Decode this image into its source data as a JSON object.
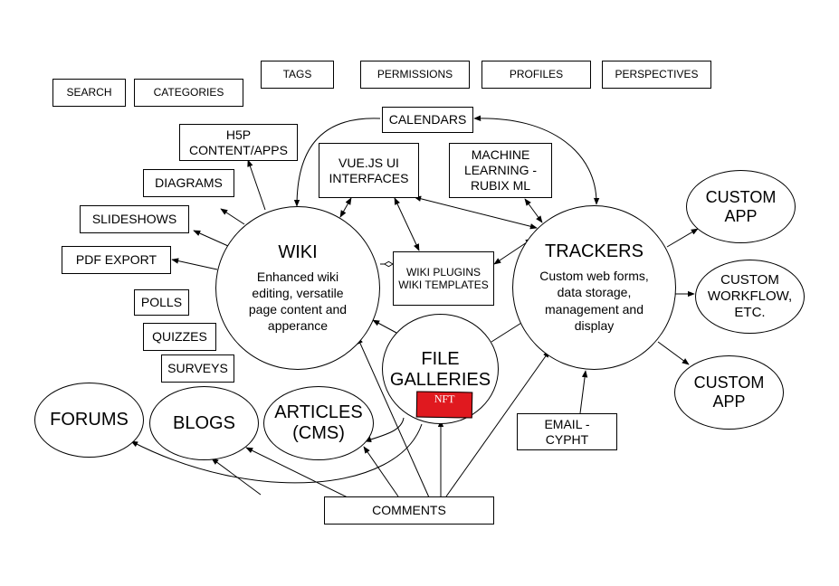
{
  "colors": {
    "nft_badge": "#e0191f",
    "stroke": "#000000"
  },
  "boxes": {
    "search": "SEARCH",
    "categories": "CATEGORIES",
    "tags": "TAGS",
    "permissions": "PERMISSIONS",
    "profiles": "PROFILES",
    "perspectives": "PERSPECTIVES",
    "calendars": "CALENDARS",
    "h5p": "H5P\nCONTENT/APPS",
    "diagrams": "DIAGRAMS",
    "slideshows": "SLIDESHOWS",
    "pdf_export": "PDF EXPORT",
    "polls": "POLLS",
    "quizzes": "QUIZZES",
    "surveys": "SURVEYS",
    "vuejs": "VUE.JS UI\nINTERFACES",
    "machine_learning": "MACHINE\nLEARNING -\nRUBIX ML",
    "wiki_plugins": "WIKI PLUGINS\nWIKI TEMPLATES",
    "email": "EMAIL -\nCYPHT",
    "comments": "COMMENTS"
  },
  "ellipses": {
    "wiki": {
      "title": "WIKI",
      "desc": "Enhanced wiki\nediting, versatile\npage content and\napperance"
    },
    "trackers": {
      "title": "TRACKERS",
      "desc": "Custom web forms,\ndata storage,\nmanagement and\ndisplay"
    },
    "file_galleries": {
      "title": "FILE\nGALLERIES",
      "badge": "NFT"
    },
    "forums": "FORUMS",
    "blogs": "BLOGS",
    "articles": "ARTICLES\n(CMS)",
    "custom_app_top": "CUSTOM\nAPP",
    "custom_workflow": "CUSTOM\nWORKFLOW,\nETC.",
    "custom_app_bottom": "CUSTOM\nAPP"
  }
}
